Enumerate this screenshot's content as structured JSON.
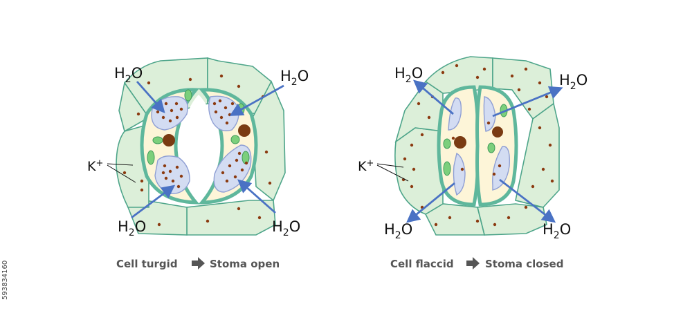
{
  "labels": {
    "water_prefix": "H",
    "water_sub": "2",
    "water_suffix": "O",
    "potassium": "K",
    "potassium_sup": "+"
  },
  "captions": {
    "left_state": "Cell turgid",
    "left_result": "Stoma open",
    "right_state": "Cell flaccid",
    "right_result": "Stoma closed"
  },
  "side_id": "593834160",
  "colors": {
    "epidermal_fill": "#dcefd9",
    "epidermal_stroke": "#4ea58a",
    "guard_fill": "#fdf5d8",
    "guard_stroke": "#5fb79c",
    "vacuole_fill": "#d3dcf2",
    "vacuole_stroke": "#8f9fd4",
    "chloroplast_fill": "#7ccf7c",
    "nucleus_fill": "#7a3b12",
    "ion_dot": "#8b3a10",
    "arrow": "#4a72c4",
    "caption": "#555555"
  }
}
